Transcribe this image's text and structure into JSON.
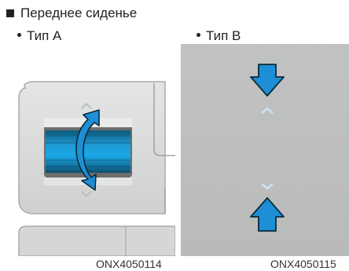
{
  "header": {
    "title": "Переднее сиденье"
  },
  "panel_a": {
    "type_label": "Тип A",
    "caption": "ONX4050114"
  },
  "panel_b": {
    "type_label": "Тип B",
    "caption": "ONX4050115"
  },
  "colors": {
    "arrow_blue": "#1e8fd6",
    "arrow_outline": "#0a2a3a",
    "switch_gray": "#d8d9d9",
    "panel_gray": "#c0c1c1"
  },
  "icons": [
    "rotate-arrow-icon",
    "arrow-down-icon",
    "arrow-up-icon",
    "chevron-up-icon",
    "chevron-down-icon"
  ]
}
